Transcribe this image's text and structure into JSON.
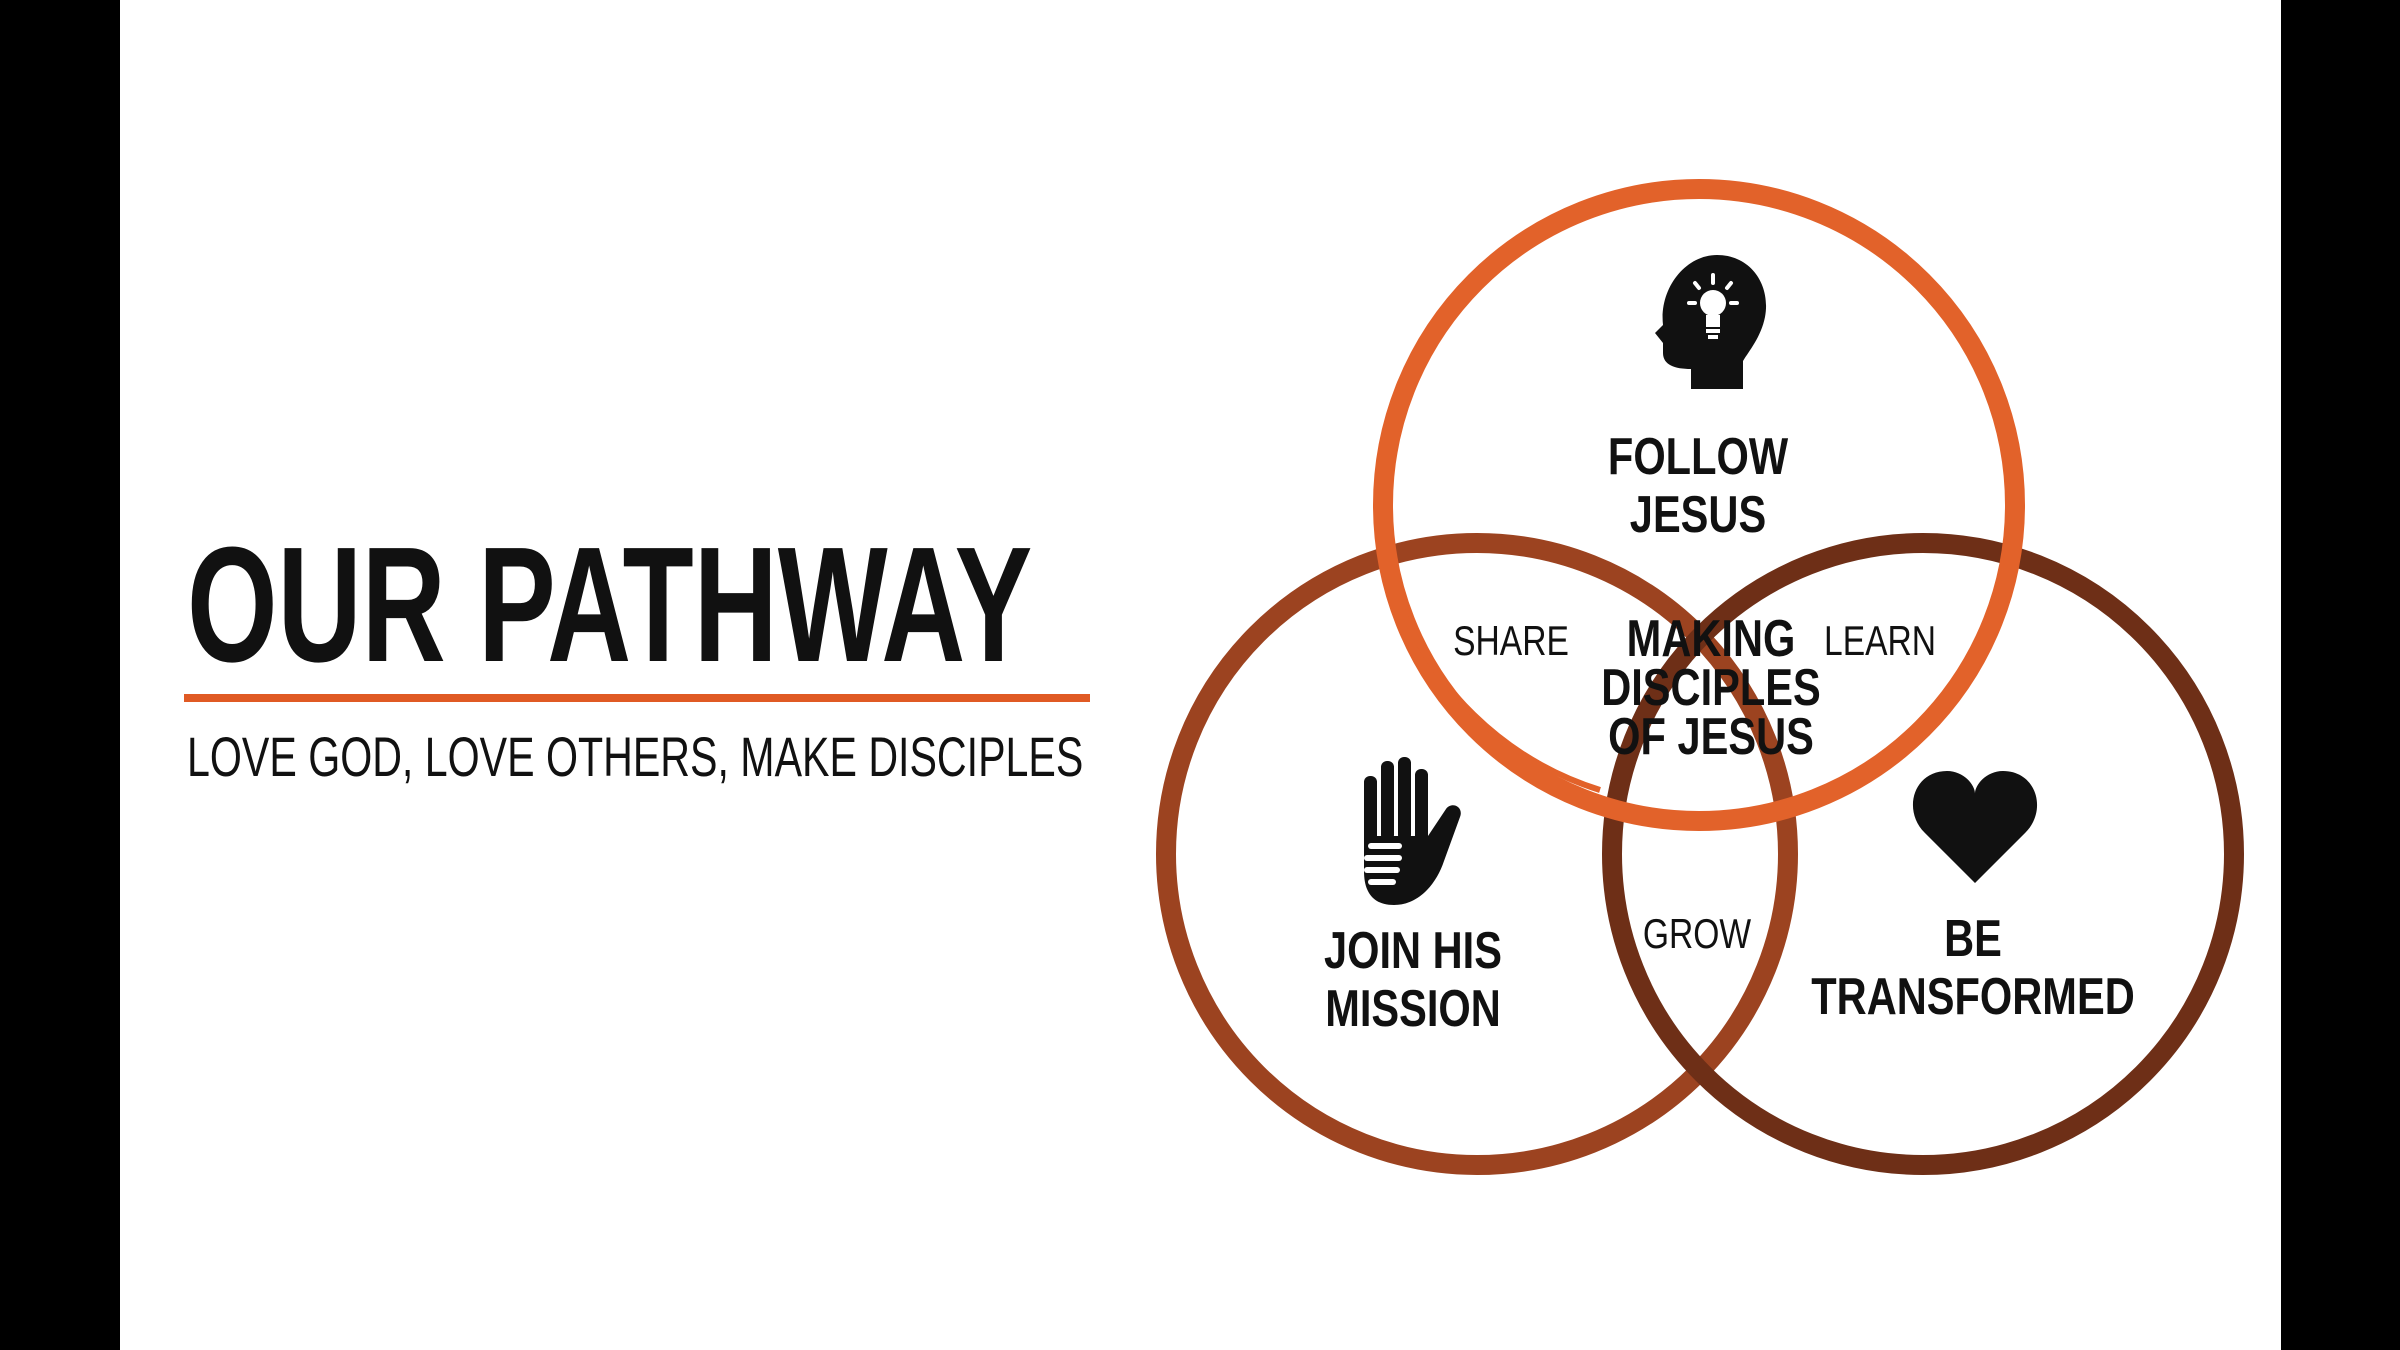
{
  "slide": {
    "title": "OUR PATHWAY",
    "subtitle": "LOVE GOD, LOVE OTHERS, MAKE DISCIPLES",
    "accent_color": "#e05a24"
  },
  "venn": {
    "colors": {
      "top": "#e2622a",
      "left": "#9c4320",
      "right": "#6e2f17"
    },
    "top": {
      "icon": "head-lightbulb-icon",
      "line1": "FOLLOW",
      "line2": "JESUS"
    },
    "left": {
      "icon": "hand-icon",
      "line1": "JOIN HIS",
      "line2": "MISSION"
    },
    "right": {
      "icon": "heart-icon",
      "line1": "BE",
      "line2": "TRANSFORMED"
    },
    "overlap_top_left": "SHARE",
    "overlap_top_right": "LEARN",
    "overlap_bottom": "GROW",
    "center": {
      "line1": "MAKING",
      "line2": "DISCIPLES",
      "line3": "OF JESUS"
    }
  }
}
